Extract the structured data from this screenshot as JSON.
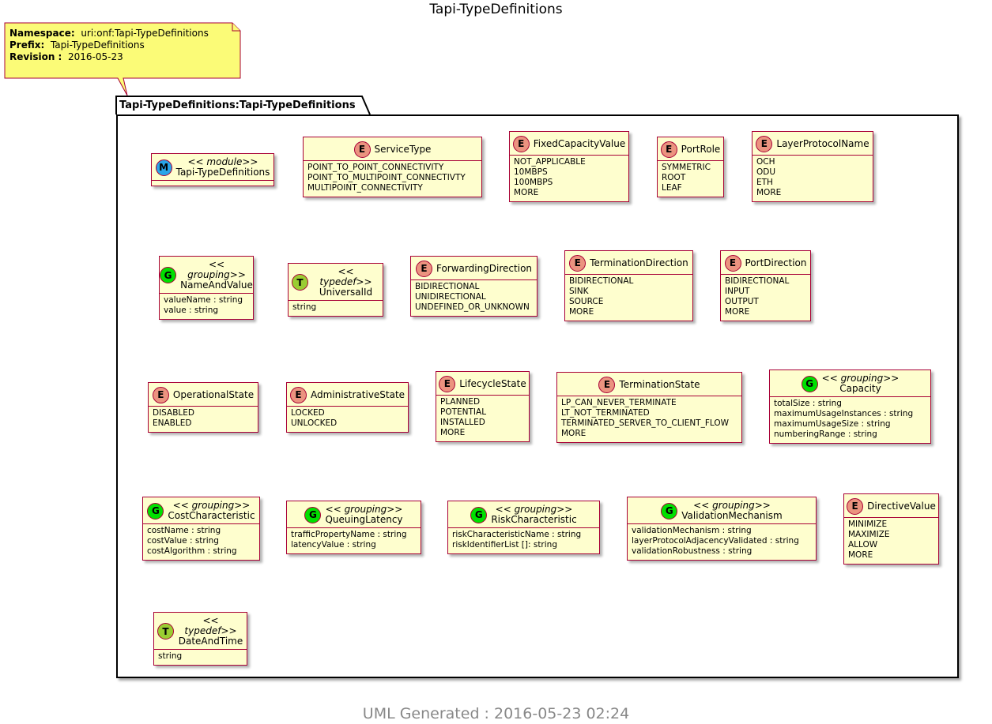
{
  "title": "Tapi-TypeDefinitions",
  "note": {
    "lines": [
      {
        "key": "Namespace:",
        "value": "uri:onf:Tapi-TypeDefinitions"
      },
      {
        "key": "Prefix:",
        "value": "Tapi-TypeDefinitions"
      },
      {
        "key": "Revision :",
        "value": "2016-05-23"
      }
    ]
  },
  "package": {
    "label": "Tapi-TypeDefinitions:Tapi-TypeDefinitions"
  },
  "colors": {
    "class_fill": "#FEFECE",
    "class_border": "#A80036",
    "note_fill": "#FBFB77",
    "badge_module": "#29A5E8",
    "badge_enum": "#EB937F",
    "badge_grouping": "#00E000",
    "badge_typedef": "#9ACD32",
    "footer_text": "#888888"
  },
  "classes": [
    {
      "id": "tapi-typedefinitions-module",
      "badge": "M",
      "badge_color": "#29A5E8",
      "stereotype": "<< module>>",
      "name": "Tapi-TypeDefinitions",
      "attributes": []
    },
    {
      "id": "servicetype",
      "badge": "E",
      "badge_color": "#EB937F",
      "stereotype": "",
      "name": "ServiceType",
      "attributes": [
        "POINT_TO_POINT_CONNECTIVITY",
        "POINT_TO_MULTIPOINT_CONNECTIVTY",
        "MULTIPOINT_CONNECTIVITY"
      ]
    },
    {
      "id": "fixedcapacityvalue",
      "badge": "E",
      "badge_color": "#EB937F",
      "stereotype": "",
      "name": "FixedCapacityValue",
      "attributes": [
        "NOT_APPLICABLE",
        "10MBPS",
        "100MBPS",
        "MORE"
      ]
    },
    {
      "id": "portrole",
      "badge": "E",
      "badge_color": "#EB937F",
      "stereotype": "",
      "name": "PortRole",
      "attributes": [
        "SYMMETRIC",
        "ROOT",
        "LEAF"
      ]
    },
    {
      "id": "layerprotocolname",
      "badge": "E",
      "badge_color": "#EB937F",
      "stereotype": "",
      "name": "LayerProtocolName",
      "attributes": [
        "OCH",
        "ODU",
        "ETH",
        "MORE"
      ]
    },
    {
      "id": "nameandvalue",
      "badge": "G",
      "badge_color": "#00E000",
      "stereotype": "<< grouping>>",
      "name": "NameAndValue",
      "attributes": [
        "valueName : string",
        "value : string"
      ]
    },
    {
      "id": "universalid",
      "badge": "T",
      "badge_color": "#9ACD32",
      "stereotype": "<< typedef>>",
      "name": "UniversalId",
      "attributes": [
        "string"
      ]
    },
    {
      "id": "forwardingdirection",
      "badge": "E",
      "badge_color": "#EB937F",
      "stereotype": "",
      "name": "ForwardingDirection",
      "attributes": [
        "BIDIRECTIONAL",
        "UNIDIRECTIONAL",
        "UNDEFINED_OR_UNKNOWN"
      ]
    },
    {
      "id": "terminationdirection",
      "badge": "E",
      "badge_color": "#EB937F",
      "stereotype": "",
      "name": "TerminationDirection",
      "attributes": [
        "BIDIRECTIONAL",
        "SINK",
        "SOURCE",
        "MORE"
      ]
    },
    {
      "id": "portdirection",
      "badge": "E",
      "badge_color": "#EB937F",
      "stereotype": "",
      "name": "PortDirection",
      "attributes": [
        "BIDIRECTIONAL",
        "INPUT",
        "OUTPUT",
        "MORE"
      ]
    },
    {
      "id": "operationalstate",
      "badge": "E",
      "badge_color": "#EB937F",
      "stereotype": "",
      "name": "OperationalState",
      "attributes": [
        "DISABLED",
        "ENABLED"
      ]
    },
    {
      "id": "administrativestate",
      "badge": "E",
      "badge_color": "#EB937F",
      "stereotype": "",
      "name": "AdministrativeState",
      "attributes": [
        "LOCKED",
        "UNLOCKED"
      ]
    },
    {
      "id": "lifecyclestate",
      "badge": "E",
      "badge_color": "#EB937F",
      "stereotype": "",
      "name": "LifecycleState",
      "attributes": [
        "PLANNED",
        "POTENTIAL",
        "INSTALLED",
        "MORE"
      ]
    },
    {
      "id": "terminationstate",
      "badge": "E",
      "badge_color": "#EB937F",
      "stereotype": "",
      "name": "TerminationState",
      "attributes": [
        "LP_CAN_NEVER_TERMINATE",
        "LT_NOT_TERMINATED",
        "TERMINATED_SERVER_TO_CLIENT_FLOW",
        "MORE"
      ]
    },
    {
      "id": "capacity",
      "badge": "G",
      "badge_color": "#00E000",
      "stereotype": "<< grouping>>",
      "name": "Capacity",
      "attributes": [
        "totalSize : string",
        "maximumUsageInstances : string",
        "maximumUsageSize : string",
        "numberingRange : string"
      ]
    },
    {
      "id": "costcharacteristic",
      "badge": "G",
      "badge_color": "#00E000",
      "stereotype": "<< grouping>>",
      "name": "CostCharacteristic",
      "attributes": [
        "costName : string",
        "costValue : string",
        "costAlgorithm : string"
      ]
    },
    {
      "id": "queuinglatency",
      "badge": "G",
      "badge_color": "#00E000",
      "stereotype": "<< grouping>>",
      "name": "QueuingLatency",
      "attributes": [
        "trafficPropertyName : string",
        "latencyValue : string"
      ]
    },
    {
      "id": "riskcharacteristic",
      "badge": "G",
      "badge_color": "#00E000",
      "stereotype": "<< grouping>>",
      "name": "RiskCharacteristic",
      "attributes": [
        "riskCharacteristicName : string",
        "riskIdentifierList []: string"
      ]
    },
    {
      "id": "validationmechanism",
      "badge": "G",
      "badge_color": "#00E000",
      "stereotype": "<< grouping>>",
      "name": "ValidationMechanism",
      "attributes": [
        "validationMechanism : string",
        "layerProtocolAdjacencyValidated : string",
        "validationRobustness : string"
      ]
    },
    {
      "id": "directivevalue",
      "badge": "E",
      "badge_color": "#EB937F",
      "stereotype": "",
      "name": "DirectiveValue",
      "attributes": [
        "MINIMIZE",
        "MAXIMIZE",
        "ALLOW",
        "MORE"
      ]
    },
    {
      "id": "dateandtime",
      "badge": "T",
      "badge_color": "#9ACD32",
      "stereotype": "<< typedef>>",
      "name": "DateAndTime",
      "attributes": [
        "string"
      ]
    }
  ],
  "footer": "UML Generated : 2016-05-23 02:24"
}
